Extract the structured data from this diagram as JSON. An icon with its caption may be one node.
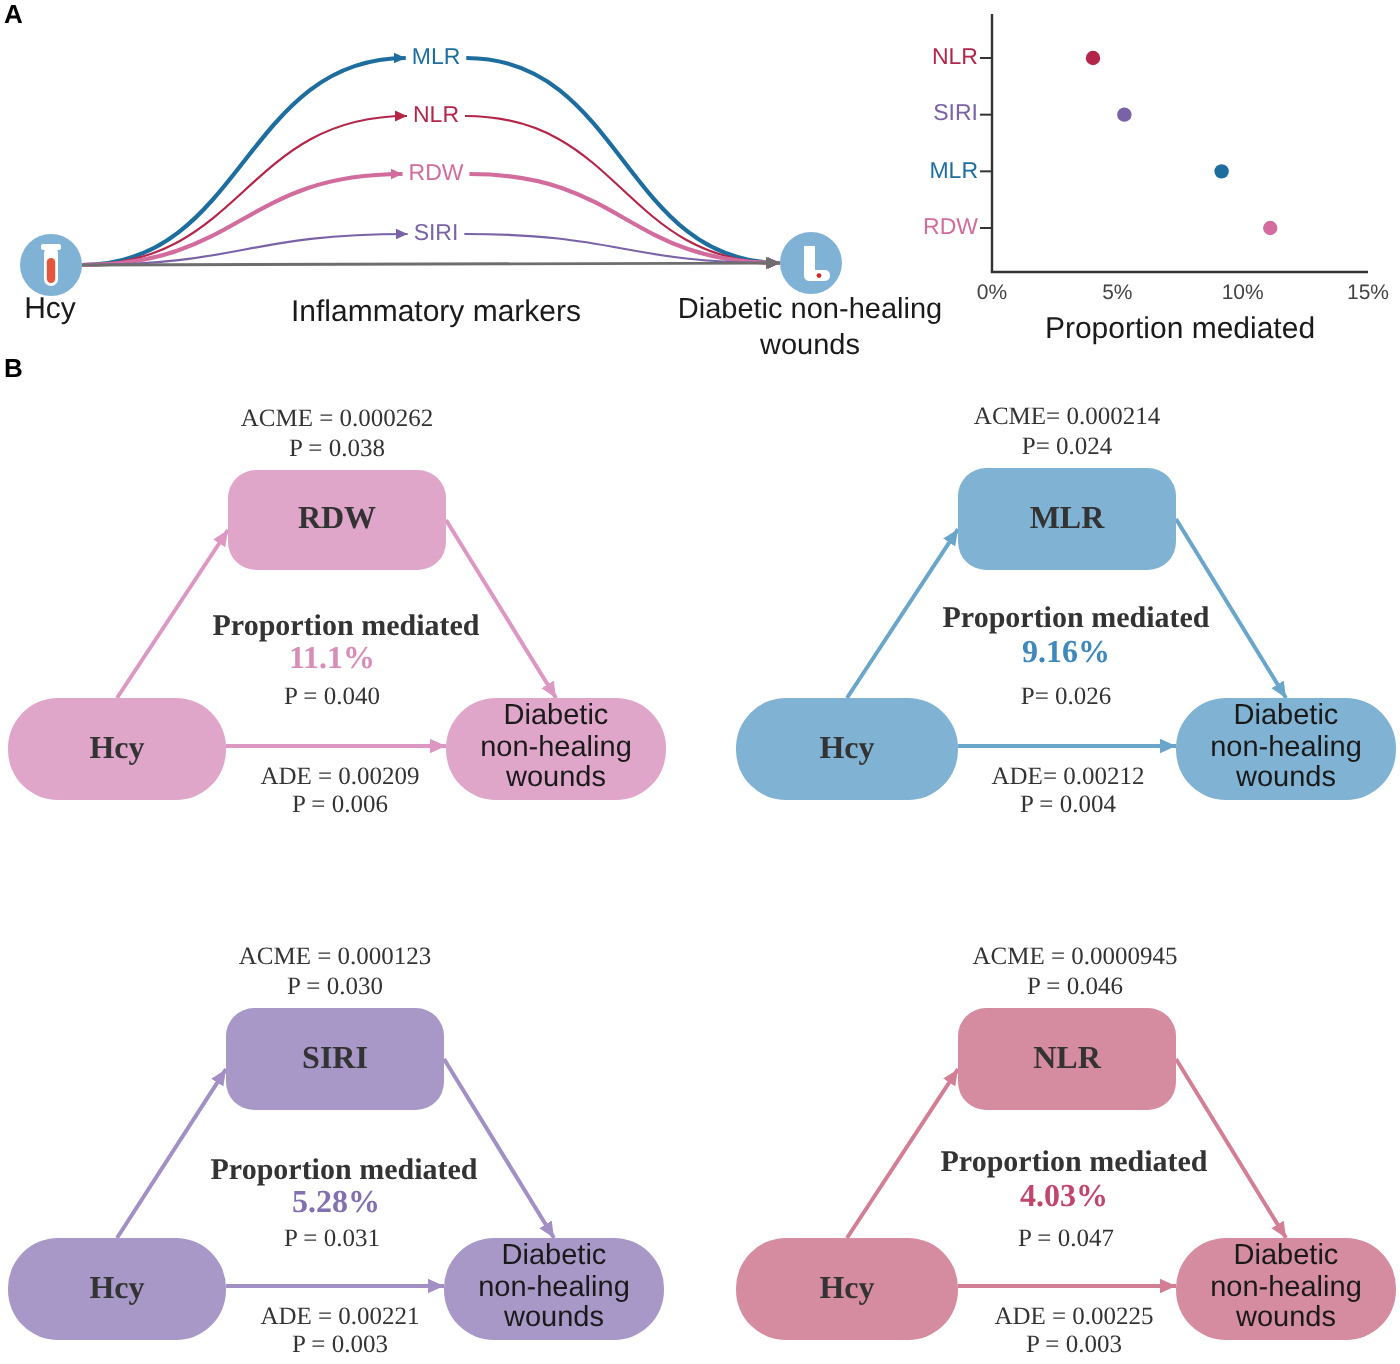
{
  "diagram": {
    "nodes": [
      {
        "text": [],
        "shape": "picture",
        "beside": [
          "Hcy"
        ]
      },
      {
        "text": [
          "MLR"
        ]
      },
      {
        "text": [
          "NLR"
        ]
      },
      {
        "text": [
          "RDW"
        ]
      },
      {
        "text": [
          "SIRI"
        ]
      },
      {
        "text": [],
        "shape": "picture",
        "beside": [
          "Diabetic non-healing wounds"
        ]
      },
      {
        "text": [
          "RDW"
        ],
        "beside": [
          "ACME = 0.000262",
          "P = 0.038"
        ]
      },
      {
        "text": [
          "Hcy"
        ]
      },
      {
        "text": [
          "Diabetic non-healing wounds"
        ]
      },
      {
        "text": [
          "MLR"
        ],
        "beside": [
          "ACME= 0.000214",
          "P= 0.024"
        ]
      },
      {
        "text": [
          "Hcy"
        ]
      },
      {
        "text": [
          "Diabetic non-healing wounds"
        ]
      },
      {
        "text": [
          "SIRI"
        ],
        "beside": [
          "ACME = 0.000123",
          "P = 0.030"
        ]
      },
      {
        "text": [
          "Hcy"
        ]
      },
      {
        "text": [
          "Diabetic non-healing wounds"
        ]
      },
      {
        "text": [
          "NLR"
        ],
        "beside": [
          "ACME = 0.0000945",
          "P = 0.046"
        ]
      },
      {
        "text": [
          "Hcy"
        ]
      },
      {
        "text": [
          "Diabetic non-healing wounds"
        ]
      }
    ],
    "edges": [
      {
        "from": 0,
        "to": 1,
        "arrow": "to",
        "color": "#1d6e9e"
      },
      {
        "from": 0,
        "to": 2,
        "arrow": "to",
        "color": "#b3264a"
      },
      {
        "from": 0,
        "to": 3,
        "arrow": "to",
        "color": "#d16c9c"
      },
      {
        "from": 0,
        "to": 4,
        "arrow": "to",
        "color": "#7a62a6"
      },
      {
        "from": 1,
        "to": 5,
        "arrow": "to",
        "color": "#1d6e9e"
      },
      {
        "from": 2,
        "to": 5,
        "arrow": "to",
        "color": "#b3264a"
      },
      {
        "from": 3,
        "to": 5,
        "arrow": "to",
        "color": "#d16c9c"
      },
      {
        "from": 4,
        "to": 5,
        "arrow": "to",
        "color": "#7a62a6"
      },
      {
        "from": 0,
        "to": 5,
        "arrow": "to",
        "color": "#6e6e6e"
      },
      {
        "from": 7,
        "to": 6,
        "arrow": "to",
        "color": "#dc98c2"
      },
      {
        "from": 6,
        "to": 8,
        "arrow": "to",
        "color": "#dc98c2"
      },
      {
        "from": 7,
        "to": 8,
        "arrow": "to",
        "label": "ADE = 0.00209 P = 0.006",
        "color": "#dc98c2"
      },
      {
        "from": 10,
        "to": 9,
        "arrow": "to",
        "color": "#6aa6cc"
      },
      {
        "from": 9,
        "to": 11,
        "arrow": "to",
        "color": "#6aa6cc"
      },
      {
        "from": 10,
        "to": 11,
        "arrow": "to",
        "label": "ADE= 0.00212 P = 0.004",
        "color": "#6aa6cc"
      },
      {
        "from": 13,
        "to": 12,
        "arrow": "to",
        "color": "#a28fc4"
      },
      {
        "from": 12,
        "to": 14,
        "arrow": "to",
        "color": "#a28fc4"
      },
      {
        "from": 13,
        "to": 14,
        "arrow": "to",
        "label": "ADE = 0.00221 P = 0.003",
        "color": "#a28fc4"
      },
      {
        "from": 16,
        "to": 15,
        "arrow": "to",
        "color": "#d27f96"
      },
      {
        "from": 15,
        "to": 17,
        "arrow": "to",
        "color": "#d27f96"
      },
      {
        "from": 16,
        "to": 17,
        "arrow": "to",
        "label": "ADE = 0.00225 P = 0.003",
        "color": "#d27f96"
      }
    ],
    "labels": [
      "A",
      "Inflammatory markers",
      "B",
      "Proportion mediated",
      "11.1%",
      "P = 0.040",
      "Proportion mediated",
      "9.16%",
      "P= 0.026",
      "Proportion mediated",
      "5.28%",
      "P = 0.031",
      "Proportion mediated",
      "4.03%",
      "P = 0.047"
    ],
    "chart_data": {
      "type": "scatter",
      "orientation": "horizontal",
      "xlabel": "Proportion mediated",
      "categories": [
        "NLR",
        "SIRI",
        "MLR",
        "RDW"
      ],
      "series": [
        {
          "color": "#b3264a",
          "values": [
            4.03,
            null,
            null,
            null
          ]
        },
        {
          "color": "#7a62a6",
          "values": [
            null,
            5.28,
            null,
            null
          ]
        },
        {
          "color": "#1d6e9e",
          "values": [
            null,
            null,
            9.16,
            null
          ]
        },
        {
          "color": "#d16c9c",
          "values": [
            null,
            null,
            null,
            11.1
          ]
        }
      ],
      "xlim": [
        0,
        15
      ],
      "xticks": [
        {
          "value": 0,
          "label": "0%"
        },
        {
          "value": 5,
          "label": "5%"
        },
        {
          "value": 10,
          "label": "10%"
        },
        {
          "value": 15,
          "label": "15%"
        }
      ]
    }
  }
}
